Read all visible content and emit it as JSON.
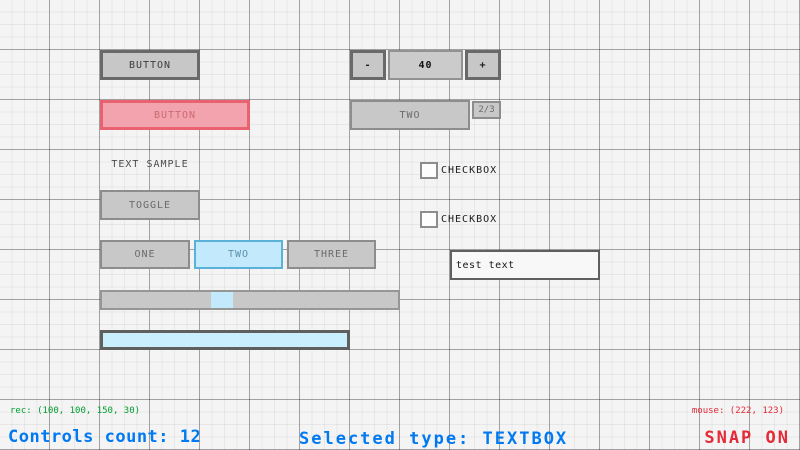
{
  "app": "gui-layout-editor",
  "colors": {
    "canvas_bg": "#f4f4f4",
    "control_fill": "#c8c8c8",
    "control_border": "#8d8d8d",
    "control_text": "#6b6b6b",
    "selection_fill": "#f3a3ad",
    "selection_border": "#e8626f",
    "focus_fill": "#c3eafc",
    "focus_border": "#5bb2d9",
    "accent_blue": "#0079f1",
    "alert_red": "#e62937",
    "info_green": "#009e2f"
  },
  "controls": {
    "button": {
      "label": "BUTTON"
    },
    "selected_button": {
      "label": "BUTTON"
    },
    "label": {
      "text": "TEXT SAMPLE"
    },
    "toggle": {
      "label": "TOGGLE"
    },
    "toggle_group": {
      "options": [
        "ONE",
        "TWO",
        "THREE"
      ],
      "active": "TWO"
    },
    "spinner": {
      "minus": "-",
      "value": "40",
      "plus": "+"
    },
    "combobox": {
      "selected": "TWO",
      "counter": "2/3"
    },
    "checkboxes": [
      {
        "label": "CHECKBOX",
        "checked": false
      },
      {
        "label": "CHECKBOX",
        "checked": false
      }
    ],
    "textbox": {
      "value": "test text"
    },
    "slider": {},
    "progressbar": {}
  },
  "status": {
    "rec": "rec: (100, 100, 150, 30)",
    "controls_count": "Controls count: 12",
    "selected_type": "Selected type: TEXTBOX",
    "mouse": "mouse: (222, 123)",
    "snap": "SNAP ON"
  }
}
